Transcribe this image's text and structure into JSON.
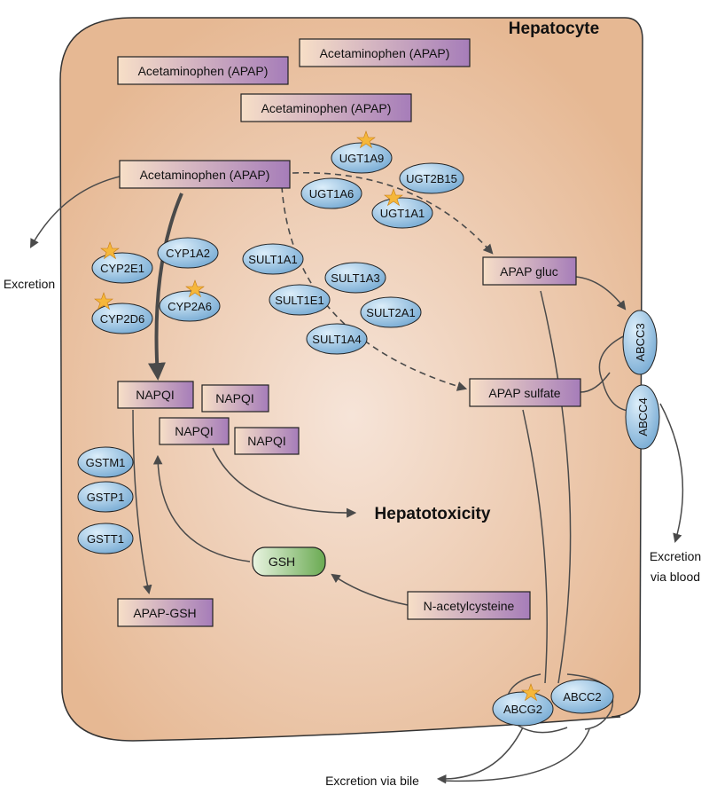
{
  "cell": {
    "title": "Hepatocyte"
  },
  "colors": {
    "cytoplasm_center": "#f6e4d8",
    "cytoplasm_edge": "#e6b893",
    "box_light": "#f7dfc7",
    "box_purple": "#a67db9",
    "enzyme_light": "#dceefa",
    "enzyme_dark": "#73a8d2",
    "gsh_light": "#e9f4e1",
    "gsh_dark": "#6aaa52",
    "star": "#f5b73b",
    "arrow": "#4a4a4a"
  },
  "substrates": {
    "apap_1": "Acetaminophen (APAP)",
    "apap_2": "Acetaminophen (APAP)",
    "apap_3": "Acetaminophen (APAP)",
    "apap_main": "Acetaminophen (APAP)",
    "apap_gluc": "APAP gluc",
    "apap_sulfate": "APAP sulfate",
    "napqi_1": "NAPQI",
    "napqi_2": "NAPQI",
    "napqi_3": "NAPQI",
    "napqi_4": "NAPQI",
    "apap_gsh": "APAP-GSH",
    "nac": "N-acetylcysteine",
    "gsh": "GSH"
  },
  "enzymes": {
    "ugt": [
      "UGT1A9",
      "UGT1A6",
      "UGT2B15",
      "UGT1A1"
    ],
    "sult": [
      "SULT1A1",
      "SULT1A3",
      "SULT1E1",
      "SULT2A1",
      "SULT1A4"
    ],
    "cyp": [
      "CYP2E1",
      "CYP1A2",
      "CYP2D6",
      "CYP2A6"
    ],
    "gst": [
      "GSTM1",
      "GSTP1",
      "GSTT1"
    ],
    "transporters": [
      "ABCC3",
      "ABCC4",
      "ABCG2",
      "ABCC2"
    ]
  },
  "labels": {
    "excretion": "Excretion",
    "hepatotoxicity": "Hepatotoxicity",
    "excretion_blood_1": "Excretion",
    "excretion_blood_2": "via blood",
    "excretion_bile": "Excretion via bile"
  }
}
